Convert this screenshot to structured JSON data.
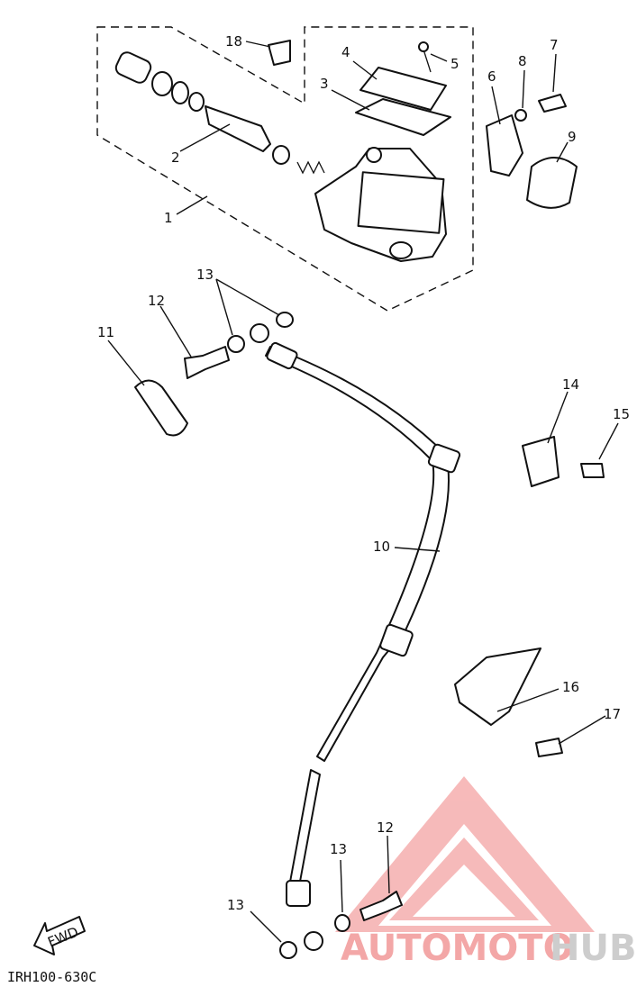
{
  "callouts": [
    {
      "id": "c1",
      "text": "1"
    },
    {
      "id": "c2",
      "text": "2"
    },
    {
      "id": "c3",
      "text": "3"
    },
    {
      "id": "c4",
      "text": "4"
    },
    {
      "id": "c5",
      "text": "5"
    },
    {
      "id": "c6",
      "text": "6"
    },
    {
      "id": "c7",
      "text": "7"
    },
    {
      "id": "c8",
      "text": "8"
    },
    {
      "id": "c9",
      "text": "9"
    },
    {
      "id": "c10",
      "text": "10"
    },
    {
      "id": "c11",
      "text": "11"
    },
    {
      "id": "c12a",
      "text": "12"
    },
    {
      "id": "c12b",
      "text": "12"
    },
    {
      "id": "c13a",
      "text": "13"
    },
    {
      "id": "c13b",
      "text": "13"
    },
    {
      "id": "c13c",
      "text": "13"
    },
    {
      "id": "c14",
      "text": "14"
    },
    {
      "id": "c15",
      "text": "15"
    },
    {
      "id": "c16",
      "text": "16"
    },
    {
      "id": "c17",
      "text": "17"
    },
    {
      "id": "c18",
      "text": "18"
    }
  ],
  "drawing_code": "IRH100-630C",
  "direction_label": "FWD",
  "watermark": {
    "part1": "AUTOMOTO",
    "part2": "HUB",
    "color_primary": "#f08a8a",
    "color_secondary": "#c9c9c9"
  }
}
